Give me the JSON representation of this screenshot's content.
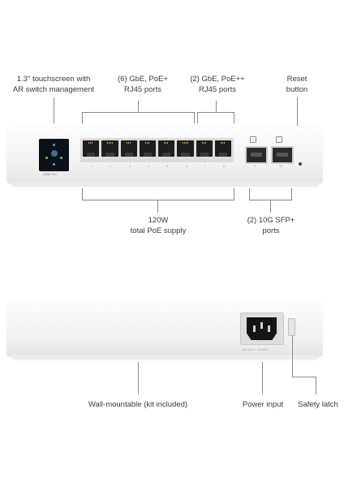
{
  "top_view": {
    "label_touchscreen": "1.3\" touchscreen with\nAR switch management",
    "label_gbe_poe_plus": "(6) GbE, PoE+\nRJ45 ports",
    "label_gbe_poe_plusplus": "(2) GbE, PoE++\nRJ45 ports",
    "label_reset": "Reset\nbutton",
    "label_poe_supply": "120W\ntotal PoE supply",
    "label_sfp": "(2) 10G SFP+\nports",
    "port_numbers": [
      "1",
      "2",
      "3",
      "4",
      "5",
      "6",
      "7",
      "8"
    ],
    "sfp_numbers": [
      "9",
      "10"
    ],
    "device_logo": "USW Pro"
  },
  "rear_view": {
    "label_wall_mount": "Wall-mountable (kit included)",
    "label_power_input": "Power input",
    "label_safety_latch": "Safety latch"
  }
}
